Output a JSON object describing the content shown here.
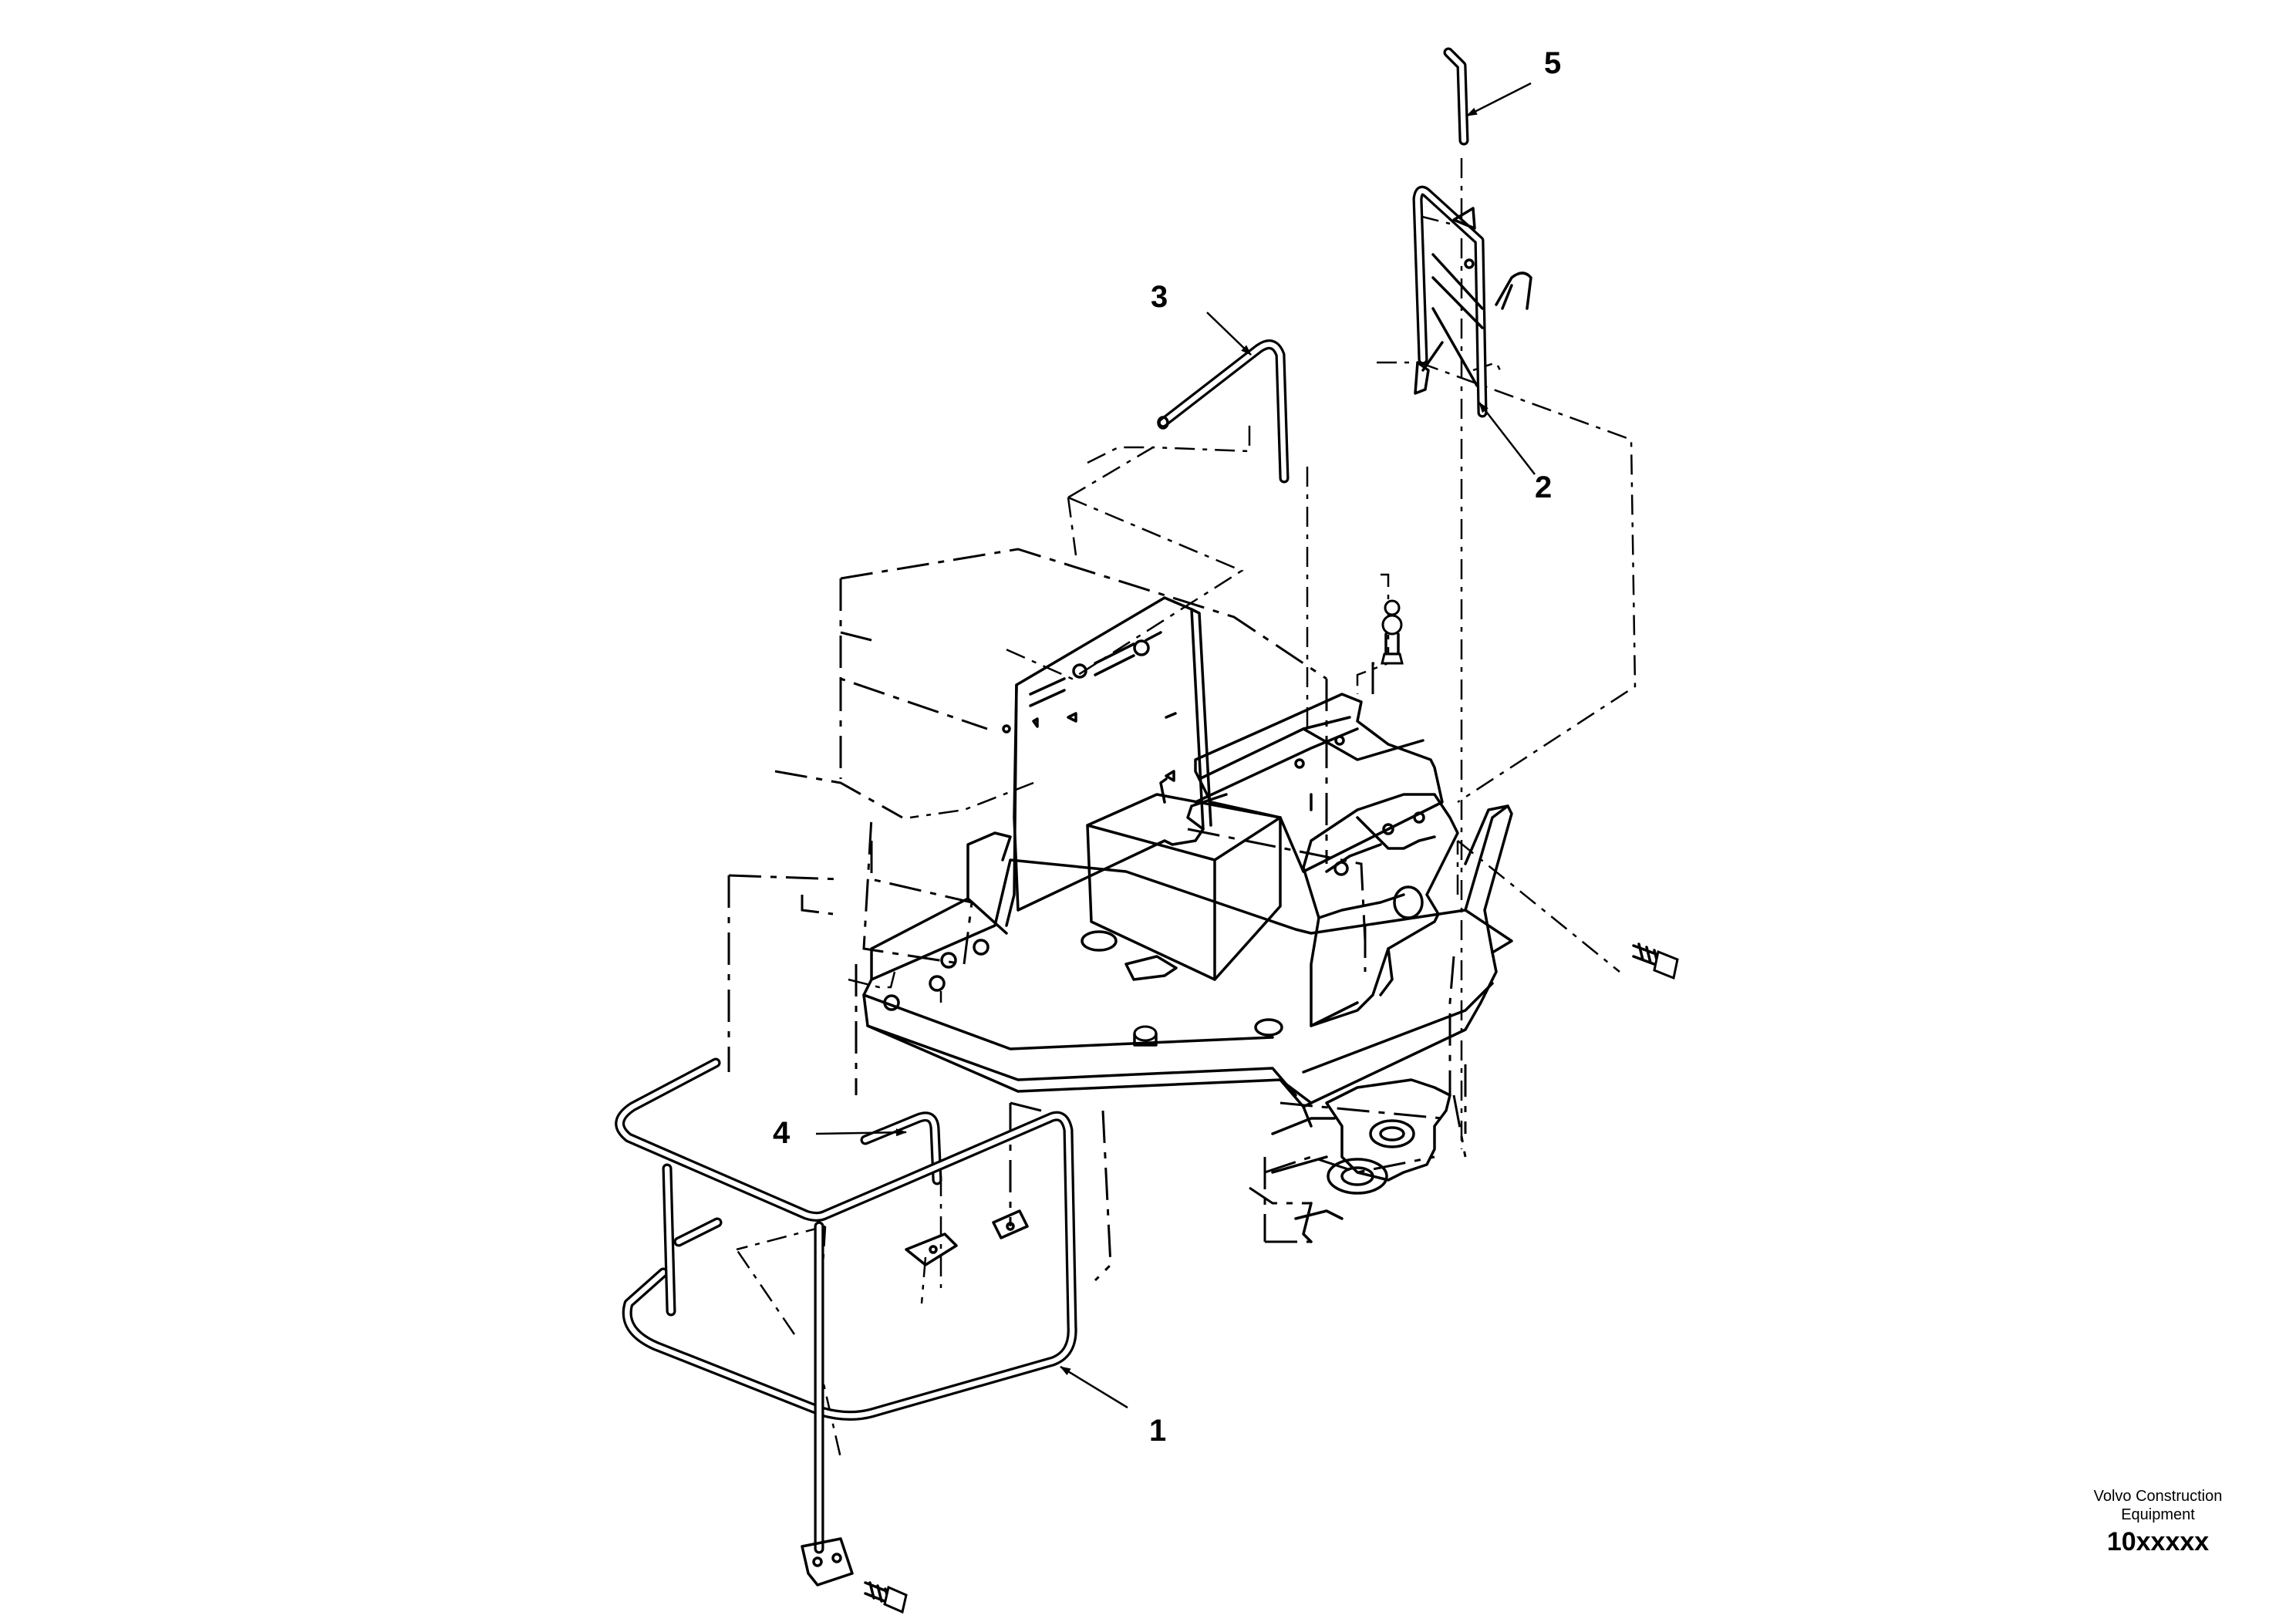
{
  "callouts": {
    "c1": "1",
    "c2": "2",
    "c3": "3",
    "c4": "4",
    "c5": "5"
  },
  "stamp": {
    "line1": "Volvo Construction",
    "line2": "Equipment",
    "code": "10xxxxx"
  },
  "colors": {
    "ink": "#000000",
    "paper": "#ffffff"
  }
}
